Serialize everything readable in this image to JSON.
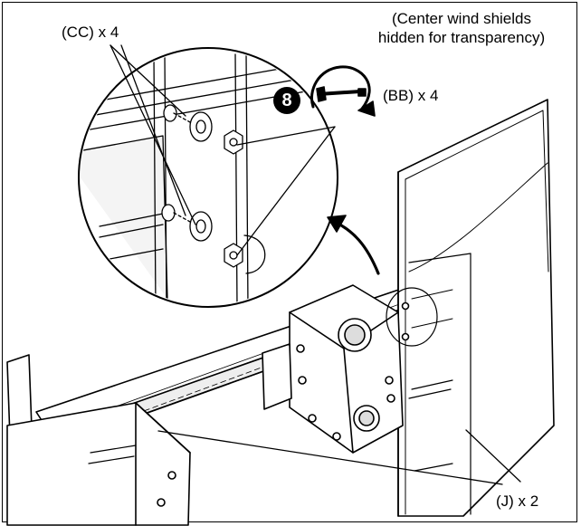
{
  "step_number": "8",
  "note": {
    "line1": "(Center wind shields",
    "line2": "hidden for transparency)"
  },
  "labels": {
    "cc": "(CC) x 4",
    "bb": "(BB) x 4",
    "j": "(J) x 2"
  },
  "icons": {
    "wrench": "wrench-icon",
    "rotate": "clockwise-arrow-icon"
  },
  "colors": {
    "line": "#000000",
    "background": "#ffffff",
    "badge": "#000000"
  }
}
